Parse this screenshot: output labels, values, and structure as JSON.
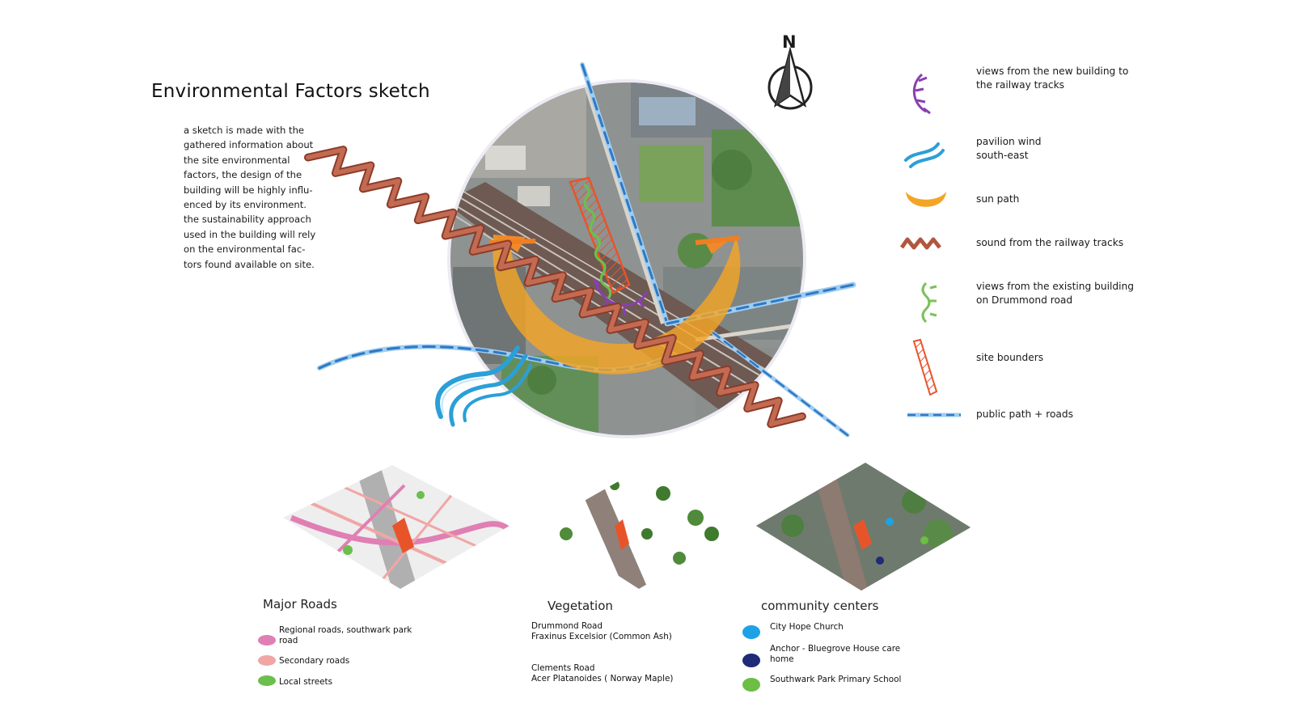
{
  "title": "Environmental Factors sketch",
  "description": "a sketch is made with the gathered information about the site environmental factors, the design of the building will be highly influ-enced by its environment. the sustainability approach used in the building will rely on the environmental fac-tors found available on site.",
  "compass_label": "N",
  "legend": [
    {
      "icon": "purple-views-icon",
      "label": "views from the new building to the railway tracks",
      "color": "#8a3fb0"
    },
    {
      "icon": "blue-wind-icon",
      "label": "pavilion wind south-east",
      "color": "#2b9fd8"
    },
    {
      "icon": "sun-path-icon",
      "label": "sun path",
      "color": "#f2a428"
    },
    {
      "icon": "zigzag-sound-icon",
      "label": "sound from the railway tracks",
      "color": "#a8533c"
    },
    {
      "icon": "green-views-icon",
      "label": "views from the existing building on Drummond road",
      "color": "#7cc05a"
    },
    {
      "icon": "site-boundary-icon",
      "label": "site  bounders",
      "color": "#e8542a"
    },
    {
      "icon": "dashed-path-icon",
      "label": "public path + roads",
      "color": "#3a8ad2"
    }
  ],
  "panels": {
    "roads": {
      "title": "Major Roads",
      "items": [
        {
          "label": "Regional roads, southwark park road",
          "color": "#e07fb4"
        },
        {
          "label": "Secondary roads",
          "color": "#f1a6a6"
        },
        {
          "label": "Local streets",
          "color": "#6bbf4d"
        }
      ]
    },
    "vegetation": {
      "title": "Vegetation",
      "items": [
        {
          "label": "Drummond Road\nFraxinus Excelsior (Common Ash)"
        },
        {
          "label": "Clements Road\nAcer Platanoides ( Norway Maple)"
        }
      ]
    },
    "community": {
      "title": "community centers",
      "items": [
        {
          "label": "City Hope Church",
          "color": "#1ea2e6"
        },
        {
          "label": "Anchor - Bluegrove House care home",
          "color": "#1f2a78"
        },
        {
          "label": "Southwark Park Primary School",
          "color": "#6cbe45"
        }
      ]
    }
  }
}
